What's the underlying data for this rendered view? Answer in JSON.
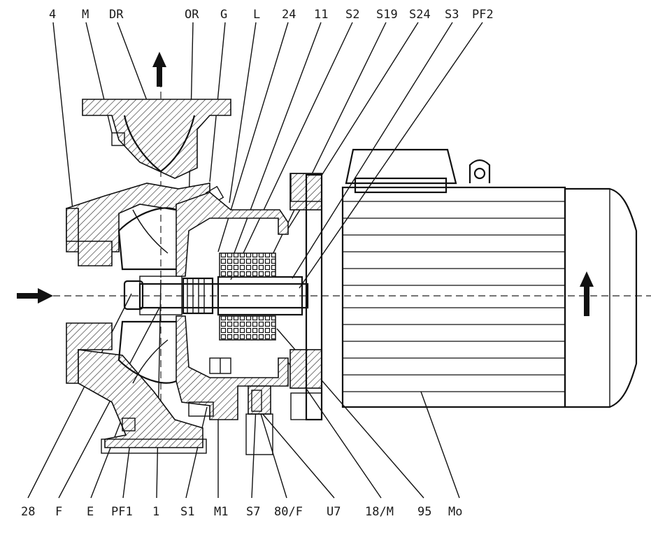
{
  "top_labels": [
    "4",
    "M",
    "DR",
    "OR",
    "G",
    "L",
    "24",
    "11",
    "S2",
    "S19",
    "S24",
    "S3",
    "PF2"
  ],
  "bottom_labels": [
    "28",
    "F",
    "E",
    "PF1",
    "1",
    "S1",
    "M1",
    "S7",
    "80/F",
    "U7",
    "18/M",
    "95",
    "Mo"
  ]
}
